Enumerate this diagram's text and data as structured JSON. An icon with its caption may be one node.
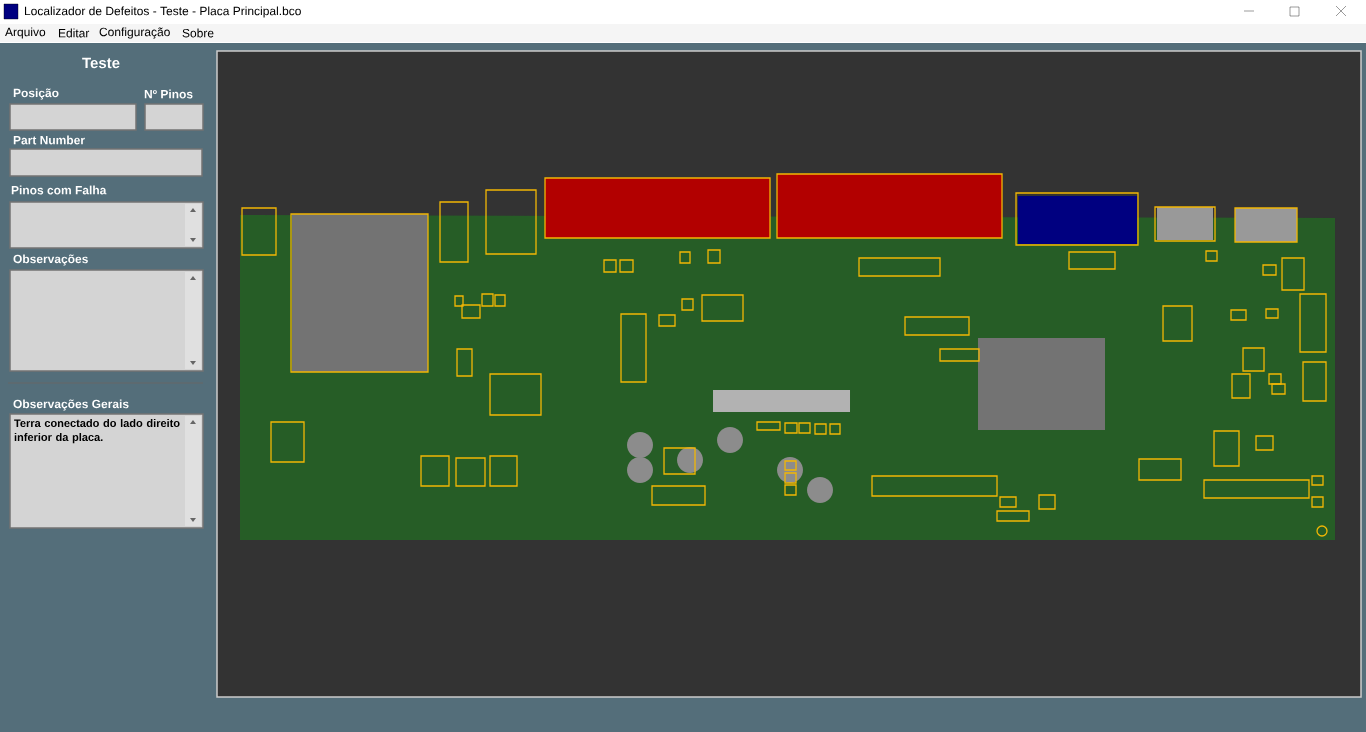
{
  "diagram": {
    "title": "Localizador de Defeitos - Teste - Placa Principal.bco",
    "nodes": [
      {
        "text": [
          "Posição"
        ]
      },
      {
        "text": [
          "Nº Pinos"
        ]
      },
      {
        "text": [
          "Part Number"
        ]
      },
      {
        "text": [
          "Pinos com Falha"
        ]
      },
      {
        "text": [
          "Observações"
        ]
      },
      {
        "text": [
          "Observações Gerais",
          "Terra conectado do lado direito inferior da placa."
        ]
      }
    ],
    "labels": [
      "Arquivo",
      "Editar",
      "Configuração",
      "Sobre",
      "Teste"
    ]
  }
}
